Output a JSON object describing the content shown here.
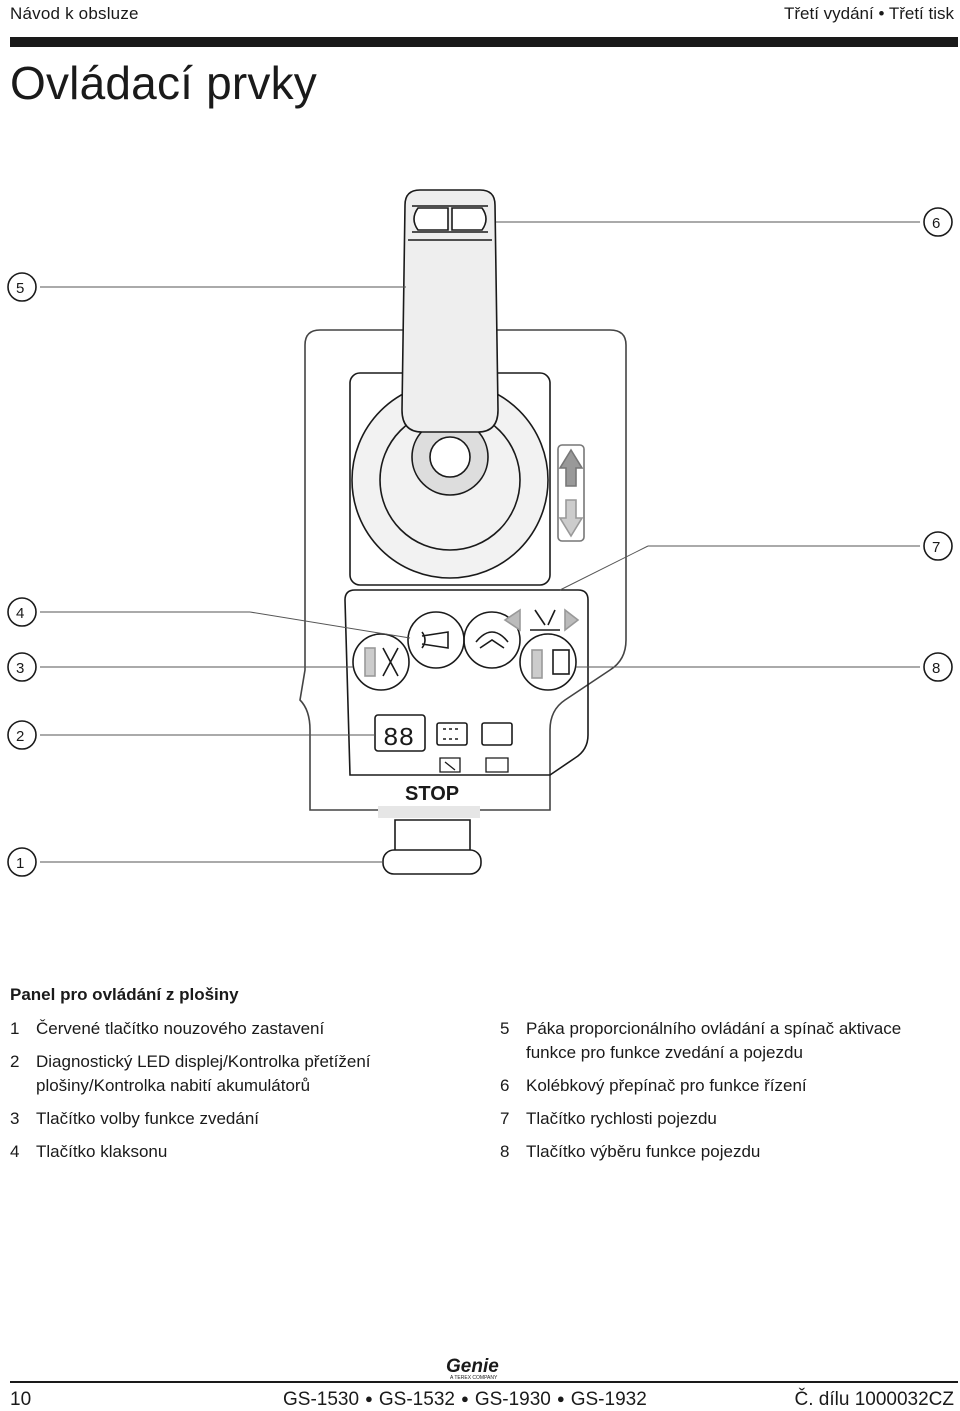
{
  "header": {
    "left": "Návod k obsluze",
    "right": "Třetí vydání • Třetí tisk"
  },
  "page_title": "Ovládací prvky",
  "figure": {
    "callouts": [
      "1",
      "2",
      "3",
      "4",
      "5",
      "6",
      "7",
      "8"
    ],
    "stop_label": "STOP",
    "display_digits": "88"
  },
  "caption": "Panel pro ovládání z plošiny",
  "items_left": [
    {
      "num": "1",
      "text": "Červené tlačítko nouzového zastavení"
    },
    {
      "num": "2",
      "text": "Diagnostický LED displej/Kontrolka přetížení plošiny/Kontrolka nabití akumulátorů"
    },
    {
      "num": "3",
      "text": "Tlačítko volby funkce zvedání"
    },
    {
      "num": "4",
      "text": "Tlačítko klaksonu"
    }
  ],
  "items_right": [
    {
      "num": "5",
      "text": "Páka proporcionálního ovládání a spínač aktivace funkce pro funkce zvedání a pojezdu"
    },
    {
      "num": "6",
      "text": "Kolébkový přepínač pro funkce řízení"
    },
    {
      "num": "7",
      "text": "Tlačítko rychlosti pojezdu"
    },
    {
      "num": "8",
      "text": "Tlačítko výběru funkce pojezdu"
    }
  ],
  "footer": {
    "page_number": "10",
    "models": [
      "GS-1530",
      "GS-1532",
      "GS-1930",
      "GS-1932"
    ],
    "part_number": "Č. dílu 1000032CZ",
    "logo_text": "Genie",
    "logo_subtext": "A TEREX COMPANY"
  }
}
